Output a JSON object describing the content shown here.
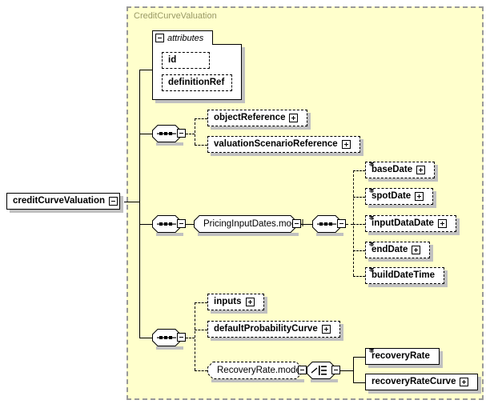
{
  "diagram": {
    "type": "xml-schema-element-diagram",
    "root_element": {
      "label": "creditCurveValuation",
      "expander": "minus",
      "border": "solid"
    },
    "complex_type": {
      "title": "CreditCurveValuation",
      "fill_color": "#ffffcc",
      "border_color": "#999999",
      "title_color": "#999966"
    },
    "attributes_panel": {
      "label": "attributes",
      "expander": "minus",
      "items": [
        {
          "label": "id",
          "border": "dashed",
          "expander": "none"
        },
        {
          "label": "definitionRef",
          "border": "dashed",
          "expander": "none"
        }
      ]
    },
    "branches": [
      {
        "id": "branch-1",
        "compositor": "sequence",
        "compositor_expander": "minus",
        "children": [
          {
            "label": "objectReference",
            "border": "dashed",
            "expander": "plus",
            "type_mark": false
          },
          {
            "label": "valuationScenarioReference",
            "border": "dashed",
            "expander": "plus",
            "type_mark": false
          }
        ]
      },
      {
        "id": "branch-2",
        "compositor": "sequence",
        "compositor_expander": "minus",
        "model_group": {
          "label": "PricingInputDates.model",
          "border": "solid",
          "expander": "minus"
        },
        "inner_compositor": "sequence",
        "inner_compositor_expander": "minus",
        "children": [
          {
            "label": "baseDate",
            "border": "dashed",
            "expander": "plus",
            "type_mark": true
          },
          {
            "label": "spotDate",
            "border": "dashed",
            "expander": "plus",
            "type_mark": true
          },
          {
            "label": "inputDataDate",
            "border": "dashed",
            "expander": "plus",
            "type_mark": true
          },
          {
            "label": "endDate",
            "border": "dashed",
            "expander": "plus",
            "type_mark": true
          },
          {
            "label": "buildDateTime",
            "border": "dashed",
            "expander": "none",
            "type_mark": true
          }
        ]
      },
      {
        "id": "branch-3",
        "compositor": "sequence",
        "compositor_expander": "minus",
        "children": [
          {
            "label": "inputs",
            "border": "dashed",
            "expander": "plus",
            "type_mark": false
          },
          {
            "label": "defaultProbabilityCurve",
            "border": "dashed",
            "expander": "plus",
            "type_mark": false
          }
        ],
        "model_group": {
          "label": "RecoveryRate.model",
          "border": "dashed",
          "expander": "minus"
        },
        "inner_compositor": "choice",
        "inner_compositor_expander": "minus",
        "choice_children": [
          {
            "label": "recoveryRate",
            "border": "solid",
            "expander": "none",
            "type_mark": true
          },
          {
            "label": "recoveryRateCurve",
            "border": "solid",
            "expander": "plus",
            "type_mark": false
          }
        ]
      }
    ],
    "icons": {
      "sequence": "sequence-compositor-icon",
      "choice": "choice-compositor-icon",
      "expand": "plus-expander-icon",
      "collapse": "minus-expander-icon",
      "type_mark": "simple-type-lines-icon"
    }
  }
}
